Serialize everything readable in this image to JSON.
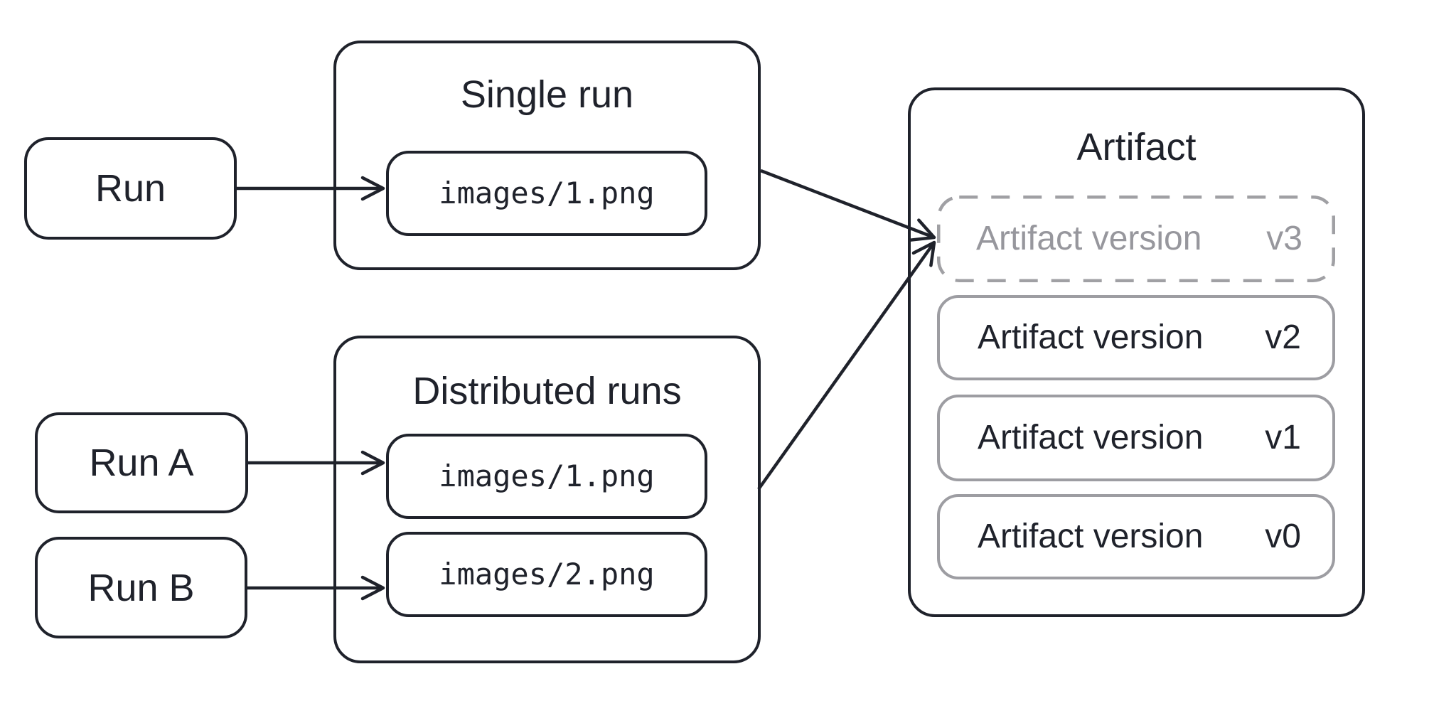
{
  "diagram": {
    "background": "#ffffff",
    "stroke_dark": "#1f222b",
    "stroke_gray": "#9d9da2",
    "text_gray": "#97979d"
  },
  "nodes": {
    "run": {
      "label": "Run"
    },
    "run_a": {
      "label": "Run A"
    },
    "run_b": {
      "label": "Run B"
    }
  },
  "single_run": {
    "title": "Single run",
    "file": "images/1.png"
  },
  "distributed_runs": {
    "title": "Distributed runs",
    "files": [
      "images/1.png",
      "images/2.png"
    ]
  },
  "artifact": {
    "title": "Artifact",
    "versions": [
      {
        "label": "Artifact version",
        "tag": "v3",
        "style": "dashed-pending"
      },
      {
        "label": "Artifact version",
        "tag": "v2",
        "style": "solid"
      },
      {
        "label": "Artifact version",
        "tag": "v1",
        "style": "solid"
      },
      {
        "label": "Artifact version",
        "tag": "v0",
        "style": "solid"
      }
    ]
  }
}
